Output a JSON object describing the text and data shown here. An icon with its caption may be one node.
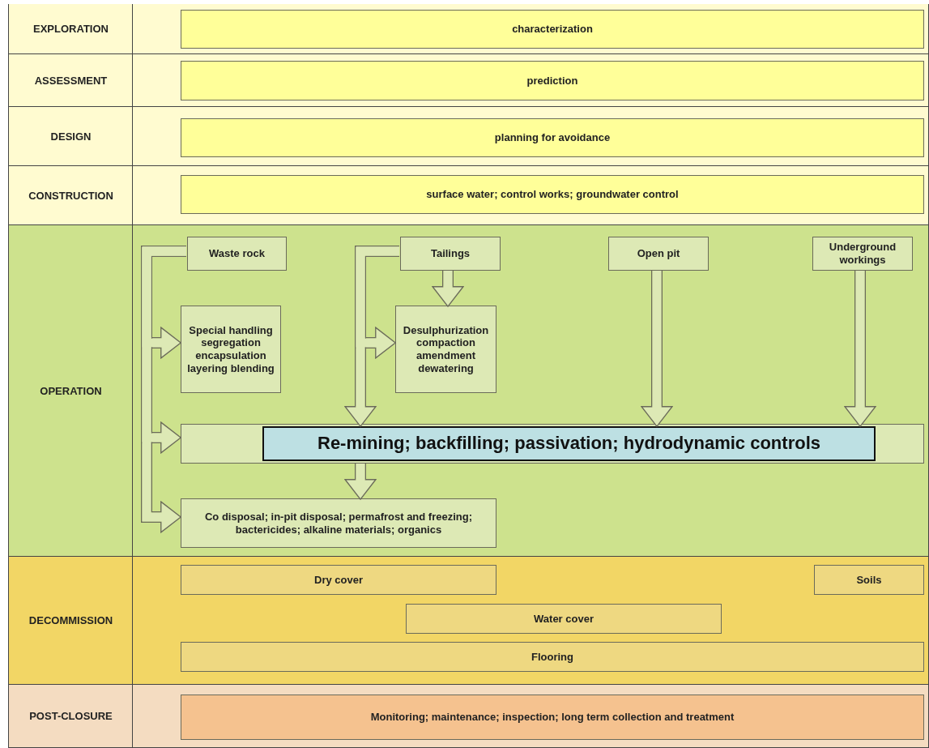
{
  "diagram": {
    "nodes": [
      {
        "text": [
          "EXPLORATION"
        ]
      },
      {
        "text": [
          "characterization"
        ],
        "in": 0
      },
      {
        "text": [
          "ASSESSMENT"
        ]
      },
      {
        "text": [
          "prediction"
        ],
        "in": 2
      },
      {
        "text": [
          "DESIGN"
        ]
      },
      {
        "text": [
          "planning for avoidance"
        ],
        "in": 4
      },
      {
        "text": [
          "CONSTRUCTION"
        ]
      },
      {
        "text": [
          "surface water; control works; groundwater control"
        ],
        "in": 6
      },
      {
        "text": [
          "OPERATION"
        ]
      },
      {
        "text": [
          "Waste rock"
        ],
        "in": 8
      },
      {
        "text": [
          "Tailings"
        ],
        "in": 8
      },
      {
        "text": [
          "Open pit"
        ],
        "in": 8
      },
      {
        "text": [
          "Underground workings"
        ],
        "in": 8
      },
      {
        "text": [
          "Special handling segregation encapsulation layering blending"
        ],
        "in": 8
      },
      {
        "text": [
          "Desulphurization compaction amendment dewatering"
        ],
        "in": 8
      },
      {
        "text": [],
        "shape": "bar",
        "in": 8
      },
      {
        "text": [
          "Re-mining; backfilling; passivation; hydrodynamic controls"
        ],
        "in": 15
      },
      {
        "text": [
          "Co disposal; in-pit disposal; permafrost and freezing; bactericides; alkaline materials; organics"
        ],
        "in": 8
      },
      {
        "text": [
          "DECOMMISSION"
        ]
      },
      {
        "text": [
          "Dry cover"
        ],
        "in": 18
      },
      {
        "text": [
          "Soils"
        ],
        "in": 18
      },
      {
        "text": [
          "Water cover"
        ],
        "in": 18
      },
      {
        "text": [
          "Flooring"
        ],
        "in": 18
      },
      {
        "text": [
          "POST-CLOSURE"
        ]
      },
      {
        "text": [
          "Monitoring; maintenance; inspection; long term collection and treatment"
        ],
        "in": 23
      }
    ],
    "edges": [
      {
        "from": 9,
        "to": 13,
        "arrow": "to"
      },
      {
        "from": 9,
        "to": 15,
        "arrow": "to"
      },
      {
        "from": 9,
        "to": 17,
        "arrow": "to"
      },
      {
        "from": 10,
        "to": 14,
        "arrow": "to"
      },
      {
        "from": 10,
        "to": 14,
        "arrow": "to"
      },
      {
        "from": 10,
        "to": 16,
        "arrow": "to"
      },
      {
        "from": 11,
        "to": 16,
        "arrow": "to"
      },
      {
        "from": 12,
        "to": 16,
        "arrow": "to"
      },
      {
        "from": 15,
        "to": 17,
        "arrow": "to"
      }
    ]
  }
}
